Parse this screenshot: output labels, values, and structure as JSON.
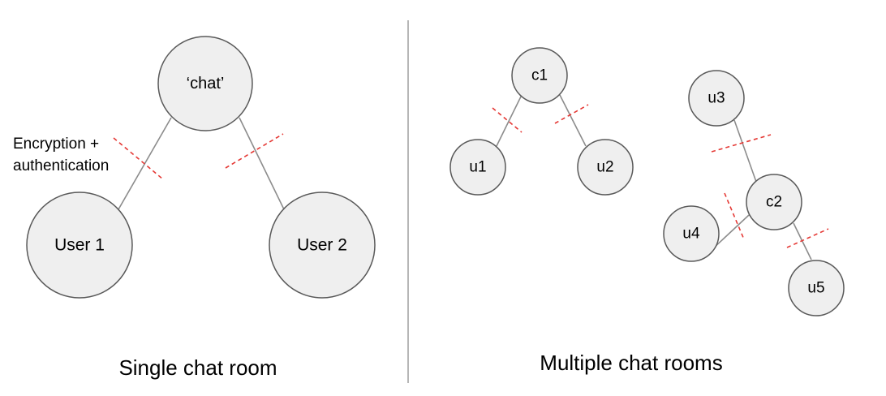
{
  "left_panel": {
    "caption": "Single chat room",
    "note_lines": [
      "Encryption +",
      "authentication"
    ],
    "nodes": [
      {
        "id": "chat",
        "label": "‘chat’"
      },
      {
        "id": "user1",
        "label": "User 1"
      },
      {
        "id": "user2",
        "label": "User 2"
      }
    ]
  },
  "right_panel": {
    "caption": "Multiple chat rooms",
    "nodes": [
      {
        "id": "c1",
        "label": "c1"
      },
      {
        "id": "u1",
        "label": "u1"
      },
      {
        "id": "u2",
        "label": "u2"
      },
      {
        "id": "u3",
        "label": "u3"
      },
      {
        "id": "c2",
        "label": "c2"
      },
      {
        "id": "u4",
        "label": "u4"
      },
      {
        "id": "u5",
        "label": "u5"
      }
    ]
  },
  "colors": {
    "node_fill": "#efefef",
    "node_stroke": "#595959",
    "edge": "#8c8c8c",
    "cut_mark": "#e53935"
  }
}
